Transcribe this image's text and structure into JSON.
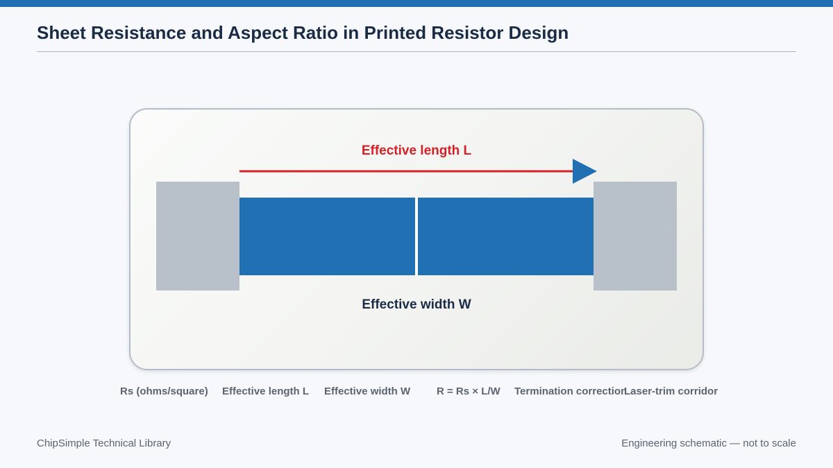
{
  "title": "Sheet Resistance and Aspect Ratio in Printed Resistor Design",
  "diagram": {
    "length_label": "Effective length L",
    "width_label": "Effective width W"
  },
  "legend": [
    "Rs (ohms/square)",
    "Effective length L",
    "Effective width W",
    "R = Rs × L/W",
    "Termination correction",
    "Laser-trim corridor"
  ],
  "footer": {
    "left": "ChipSimple Technical Library",
    "right": "Engineering schematic — not to scale"
  },
  "colors": {
    "accent": "#2170b3",
    "length_arrow": "#d42128",
    "pad": "#b8c0ca",
    "title": "#1a2b45"
  }
}
